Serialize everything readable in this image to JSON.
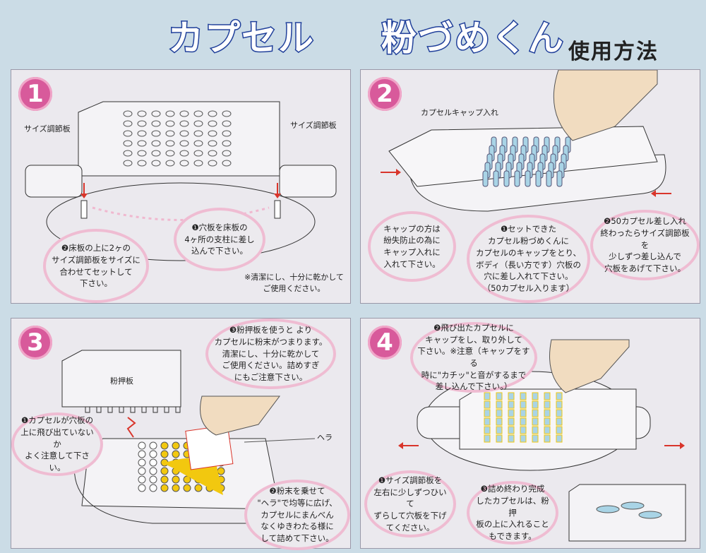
{
  "title": {
    "part1": "カプセル",
    "part2": "粉づめくん",
    "part3": "使用方法"
  },
  "colors": {
    "background": "#cbdce6",
    "panel": "#ebe9ee",
    "bubble_border": "#efbcd2",
    "step_badge": "#d85a9b",
    "title_outline": "#1f3f9a",
    "arrow": "#d9352b",
    "capsule_blue": "#a9d4e6",
    "powder_yellow": "#f2c80f"
  },
  "steps": [
    {
      "number": "1",
      "labels": [
        "サイズ調節板",
        "サイズ調節板"
      ],
      "bubbles": [
        "❶穴板を床板の\n4ヶ所の支柱に差し\n込んで下さい。",
        "❷床板の上に2ヶの\nサイズ調節板をサイズに\n合わせてセットして\n下さい。"
      ],
      "note": "※清潔にし、十分に乾かして\nご使用ください。"
    },
    {
      "number": "2",
      "labels": [
        "カプセルキャップ入れ"
      ],
      "bubbles": [
        "キャップの方は\n紛失防止の為に\nキャップ入れに\n入れて下さい。",
        "❶セットできた\nカプセル粉づめくんに\nカプセルのキャップをとり、\nボディ（長い方です）穴板の\n穴に差し入れて下さい。\n（50カプセル入ります）",
        "❷50カプセル差し入れ\n終わったらサイズ調節板を\n少しずつ差し込んで\n穴板をあげて下さい。"
      ]
    },
    {
      "number": "3",
      "labels": [
        "粉押板",
        "ヘラ"
      ],
      "bubbles": [
        "❸粉押板を使うと より\nカプセルに粉末がつまります。\n清潔にし、十分に乾かして\nご使用ください。詰めすぎ\nにもご注意下さい。",
        "❶カプセルが穴板の\n上に飛び出ていないか\nよく注意して下さい。",
        "❷粉末を乗せて\n\"ヘラ\"で均等に広げ、\nカプセルにまんべん\nなくゆきわたる様に\nして詰めて下さい。"
      ]
    },
    {
      "number": "4",
      "bubbles": [
        "❷飛び出たカプセルに\nキャップをし、取り外して\n下さい。※注意（キャップをする\n時に\"カチッ\"と音がするまで\n差し込んで下さい。）",
        "❶サイズ調節板を\n左右に少しずつひいて\nずらして穴板を下げ\nてください。",
        "❸詰め終わり完成\nしたカプセルは、粉押\n板の上に入れること\nもできます。"
      ]
    }
  ]
}
